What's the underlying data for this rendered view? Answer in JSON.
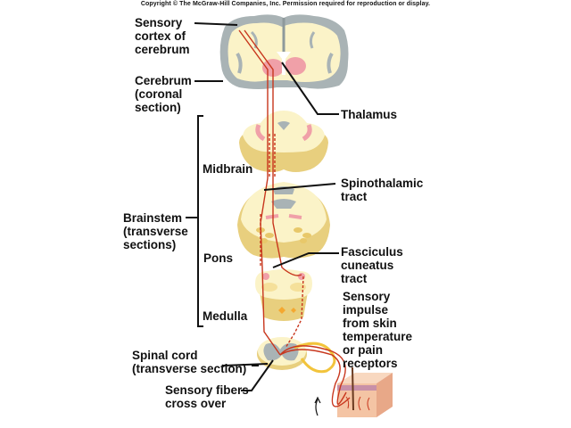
{
  "copyright": "Copyright © The McGraw-Hill Companies, Inc. Permission required for reproduction or display.",
  "labels": {
    "sensory_cortex": "Sensory\ncortex of\ncerebrum",
    "cerebrum": "Cerebrum\n(coronal\nsection)",
    "thalamus": "Thalamus",
    "midbrain": "Midbrain",
    "spinothalamic": "Spinothalamic\ntract",
    "brainstem": "Brainstem\n(transverse\nsections)",
    "pons": "Pons",
    "fasciculus": "Fasciculus\ncuneatus\ntract",
    "medulla": "Medulla",
    "sensory_impulse": "Sensory\nimpulse\nfrom skin\ntemperature\nor pain\nreceptors",
    "spinal_cord": "Spinal cord\n(transverse section)",
    "sensory_fibers": "Sensory fibers\ncross over"
  },
  "colors": {
    "tissue": "#fbf3c8",
    "tissue_dark": "#e8cf7e",
    "gray_matter": "#a9b3b5",
    "nucleus_pink": "#f0a0a8",
    "tract_red": "#c8361d",
    "nerve_yellow": "#f2c43c",
    "skin": "#f4c4a4"
  }
}
